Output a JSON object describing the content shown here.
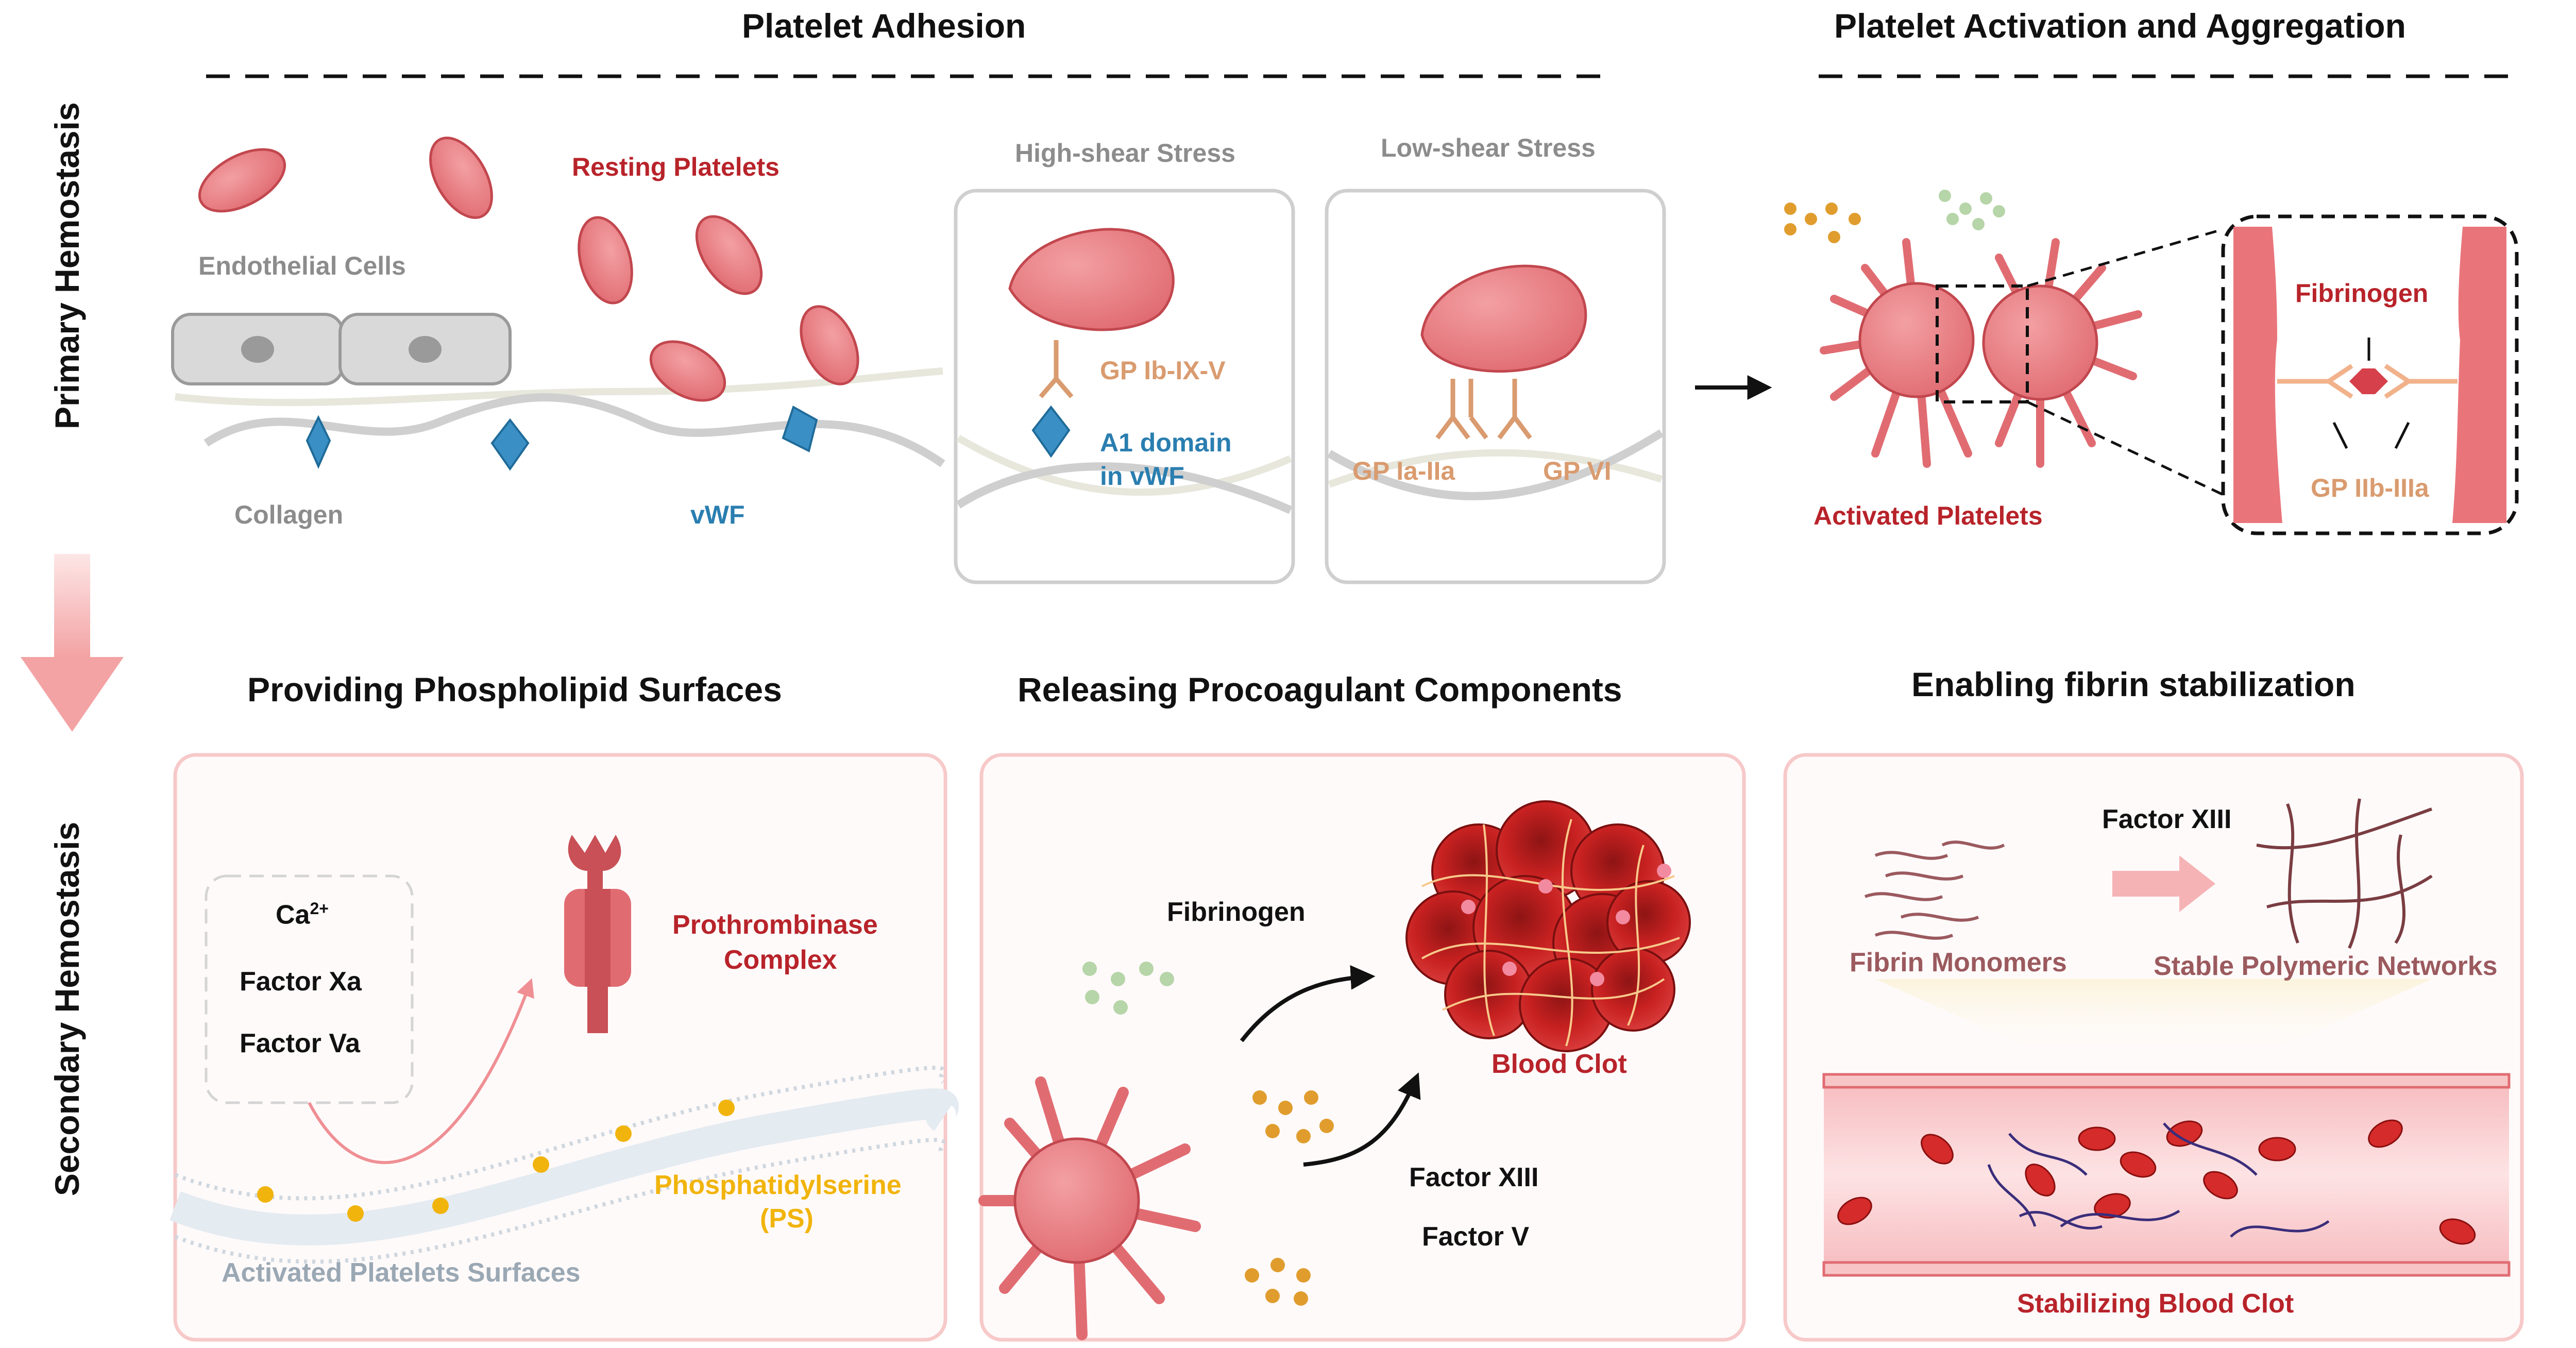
{
  "sections": {
    "primary": "Primary Hemostasis",
    "secondary": "Secondary Hemostasis"
  },
  "panel_titles": {
    "adhesion": "Platelet Adhesion",
    "activation": "Platelet Activation and Aggregation",
    "phospholipid": "Providing Phospholipid Surfaces",
    "procoagulant": "Releasing Procoagulant Components",
    "fibrin": "Enabling fibrin stabilization"
  },
  "adhesion": {
    "resting_platelets": "Resting Platelets",
    "endothelial_cells": "Endothelial Cells",
    "collagen": "Collagen",
    "vwf": "vWF",
    "high_shear": "High-shear Stress",
    "low_shear": "Low-shear Stress",
    "gp_ib": "GP Ib-IX-V",
    "a1_domain_line1": "A1 domain",
    "a1_domain_line2": "in vWF",
    "gp_ia": "GP Ia-IIa",
    "gp_vi": "GP VI"
  },
  "activation": {
    "activated_platelets": "Activated Platelets",
    "fibrinogen": "Fibrinogen",
    "gp_iib": "GP IIb-IIIa"
  },
  "phospholipid": {
    "ca": "Ca",
    "ca_sup": "2+",
    "factor_xa": "Factor Xa",
    "factor_va": "Factor Va",
    "prothrombinase_line1": "Prothrombinase",
    "prothrombinase_line2": "Complex",
    "ps_line1": "Phosphatidylserine",
    "ps_line2": "(PS)",
    "surfaces": "Activated Platelets Surfaces"
  },
  "procoagulant": {
    "fibrinogen": "Fibrinogen",
    "blood_clot": "Blood Clot",
    "factor_xiii": "Factor XIII",
    "factor_v": "Factor V"
  },
  "fibrin": {
    "factor_xiii": "Factor XIII",
    "monomers": "Fibrin Monomers",
    "networks": "Stable Polymeric Networks",
    "stabilizing": "Stabilizing Blood Clot"
  },
  "colors": {
    "platelet": "#e9757b",
    "dark_red": "#b8232a",
    "vwf_blue": "#2a7eb0",
    "receptor_tan": "#d99b6f",
    "ps_yellow": "#f1b40c",
    "panel_border_pink": "#f7c9c9"
  }
}
